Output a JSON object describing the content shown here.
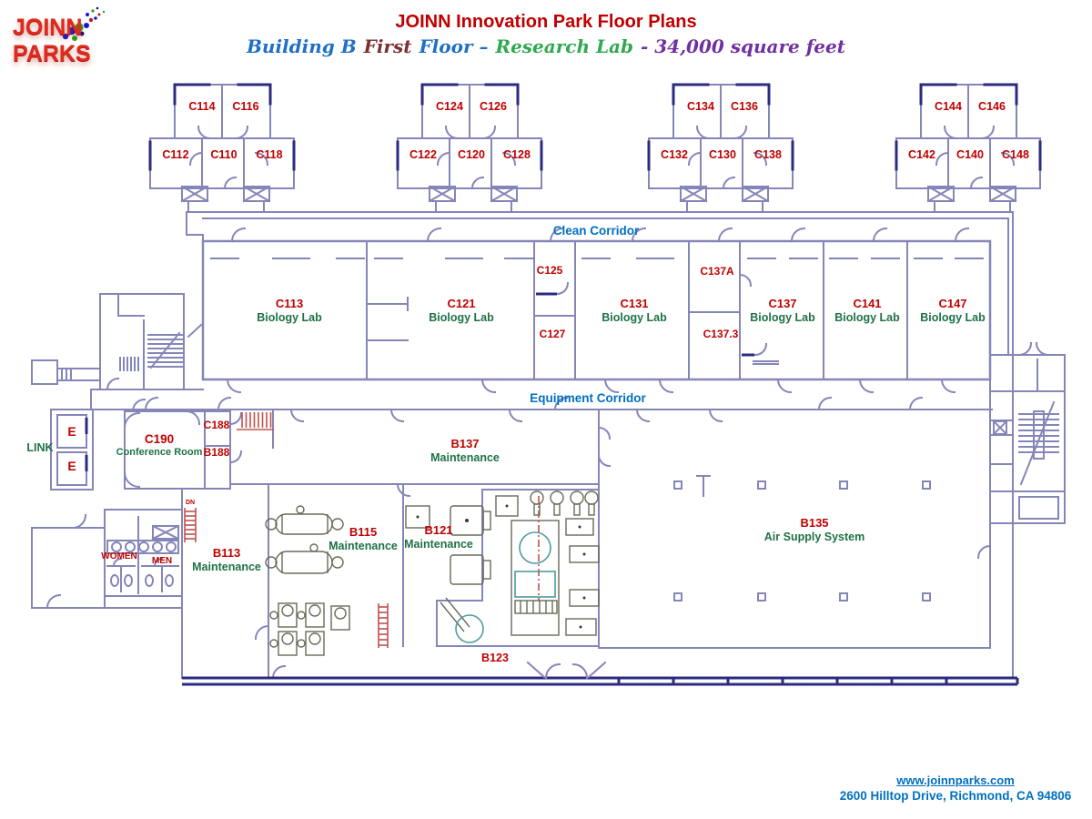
{
  "colors": {
    "wall": "#8586B8",
    "wall_dark": "#2B2B80",
    "room_label_red": "#C00000",
    "room_type_green": "#1E7145",
    "corridor_blue": "#0070C0",
    "accent_red": "#C0504D",
    "title_red": "#C00000",
    "subtitle_blue": "#1F6FC4",
    "subtitle_maroon": "#7B3035",
    "subtitle_green": "#2FA84F",
    "subtitle_purple": "#7030A0",
    "footer_blue": "#0070C0",
    "logo_red": "#E02A1C"
  },
  "logo": {
    "text": "JOINN PARKS"
  },
  "header": {
    "title": "JOINN Innovation Park Floor Plans",
    "subtitle": {
      "p1": "Building B",
      "p2": "First",
      "p3": "Floor –",
      "p4": "Research Lab",
      "p5": "- 34,000 square feet"
    }
  },
  "corridors": {
    "clean": "Clean Corridor",
    "equipment": "Equipment Corridor"
  },
  "pods": [
    {
      "top": [
        "C114",
        "C116"
      ],
      "bottom": [
        "C112",
        "C110",
        "C118"
      ]
    },
    {
      "top": [
        "C124",
        "C126"
      ],
      "bottom": [
        "C122",
        "C120",
        "C128"
      ]
    },
    {
      "top": [
        "C134",
        "C136"
      ],
      "bottom": [
        "C132",
        "C130",
        "C138"
      ]
    },
    {
      "top": [
        "C144",
        "C146"
      ],
      "bottom": [
        "C142",
        "C140",
        "C148"
      ]
    }
  ],
  "labs": [
    {
      "id": "C113",
      "type": "Biology Lab"
    },
    {
      "id": "C121",
      "type": "Biology Lab"
    },
    {
      "id": "C131",
      "type": "Biology Lab"
    },
    {
      "id": "C137",
      "type": "Biology Lab"
    },
    {
      "id": "C141",
      "type": "Biology Lab"
    },
    {
      "id": "C147",
      "type": "Biology Lab"
    }
  ],
  "small_rooms": {
    "c125": "C125",
    "c127": "C127",
    "c137a": "C137A",
    "c137_3": "C137.3",
    "c188": "C188",
    "b188": "B188"
  },
  "rooms": {
    "c190": {
      "id": "C190",
      "type": "Conference Room"
    },
    "b137": {
      "id": "B137",
      "type": "Maintenance"
    },
    "b113": {
      "id": "B113",
      "type": "Maintenance"
    },
    "b115": {
      "id": "B115",
      "type": "Maintenance"
    },
    "b121": {
      "id": "B121",
      "type": "Maintenance"
    },
    "b135": {
      "id": "B135",
      "type": "Air Supply System"
    },
    "b123": {
      "id": "B123"
    }
  },
  "annotations": {
    "link": "LINK",
    "elevator_top": "E",
    "elevator_bottom": "E",
    "women": "WOMEN",
    "men": "MEN",
    "down": "DN"
  },
  "footer": {
    "url": "www.joinnparks.com",
    "address": "2600 Hilltop Drive, Richmond, CA 94806"
  }
}
